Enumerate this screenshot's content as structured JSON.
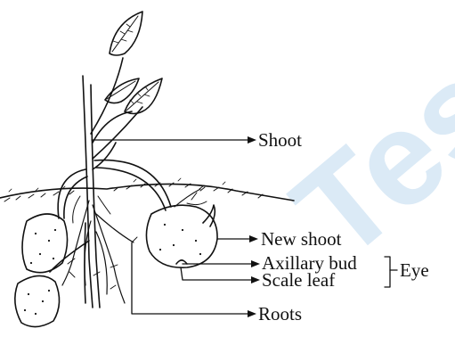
{
  "watermark": {
    "text": "Tes",
    "color": "#dbeaf6"
  },
  "labels": {
    "shoot": "Shoot",
    "new_shoot": "New shoot",
    "axillary_bud": "Axillary bud",
    "scale_leaf": "Scale leaf",
    "eye": "Eye",
    "roots": "Roots"
  },
  "colors": {
    "ink": "#111111",
    "paper": "#ffffff"
  }
}
